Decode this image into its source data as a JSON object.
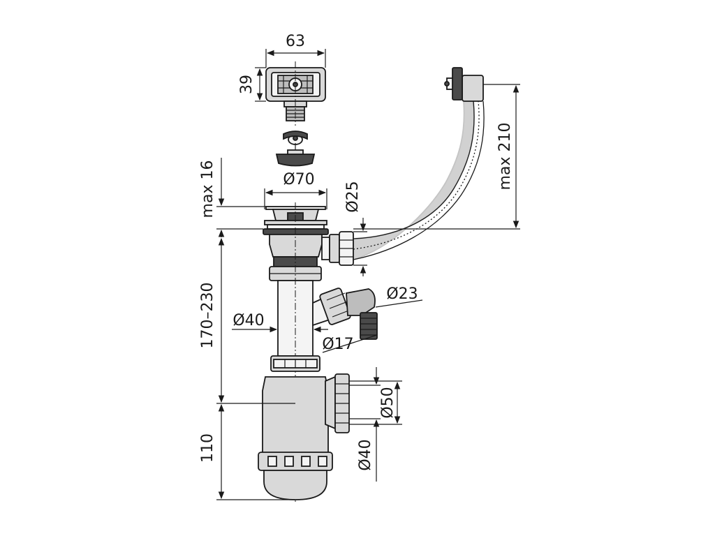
{
  "dimensions": {
    "grate_width": "63",
    "grate_height": "39",
    "strainer_max": "max 16",
    "strainer_diameter": "Ø70",
    "overflow_pipe": "Ø25",
    "overflow_height": "max 210",
    "adjust_range": "170–230",
    "pipe_diameter": "Ø40",
    "side_nozzle": "Ø23",
    "hose_nozzle": "Ø17",
    "outlet_outer": "Ø50",
    "outlet_inner": "Ø40",
    "trap_height": "110"
  },
  "colors": {
    "line": "#1a1a1a",
    "fill_light": "#d9d9d9",
    "fill_dark": "#4a4a4a"
  }
}
